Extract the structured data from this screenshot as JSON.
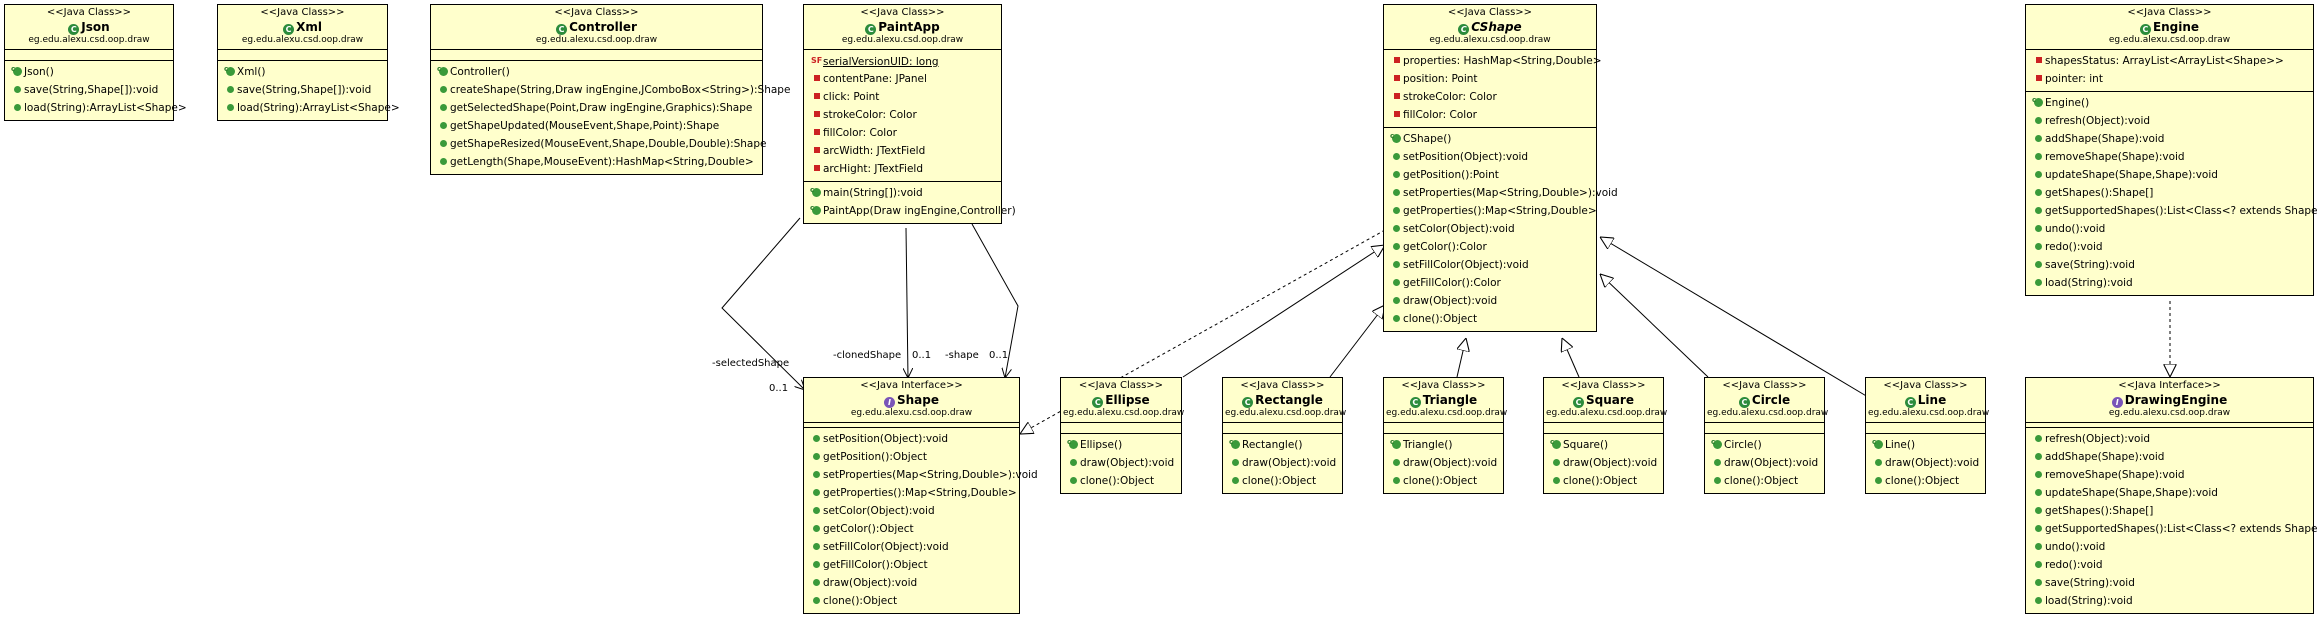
{
  "classes": [
    {
      "id": "Json",
      "stereo": "<<Java Class>>",
      "name": "Json",
      "kind": "c",
      "pkg": "eg.edu.alexu.csd.oop.draw",
      "fields": [],
      "methods": [
        {
          "v": "ctor",
          "t": "Json()"
        },
        {
          "v": "pub",
          "t": "save(String,Shape[]):void"
        },
        {
          "v": "pub",
          "t": "load(String):ArrayList<Shape>"
        }
      ]
    },
    {
      "id": "Xml",
      "stereo": "<<Java Class>>",
      "name": "Xml",
      "kind": "c",
      "pkg": "eg.edu.alexu.csd.oop.draw",
      "fields": [],
      "methods": [
        {
          "v": "ctor",
          "t": "Xml()"
        },
        {
          "v": "pub",
          "t": "save(String,Shape[]):void"
        },
        {
          "v": "pub",
          "t": "load(String):ArrayList<Shape>"
        }
      ]
    },
    {
      "id": "Controller",
      "stereo": "<<Java Class>>",
      "name": "Controller",
      "kind": "c",
      "pkg": "eg.edu.alexu.csd.oop.draw",
      "fields": [],
      "methods": [
        {
          "v": "ctor",
          "t": "Controller()"
        },
        {
          "v": "pub",
          "t": "createShape(String,Draw ingEngine,JComboBox<String>):Shape"
        },
        {
          "v": "pub",
          "t": "getSelectedShape(Point,Draw ingEngine,Graphics):Shape"
        },
        {
          "v": "pub",
          "t": "getShapeUpdated(MouseEvent,Shape,Point):Shape"
        },
        {
          "v": "pub",
          "t": "getShapeResized(MouseEvent,Shape,Double,Double):Shape"
        },
        {
          "v": "pub",
          "t": "getLength(Shape,MouseEvent):HashMap<String,Double>"
        }
      ]
    },
    {
      "id": "PaintApp",
      "stereo": "<<Java Class>>",
      "name": "PaintApp",
      "kind": "c",
      "pkg": "eg.edu.alexu.csd.oop.draw",
      "fields": [
        {
          "v": "static",
          "t": "serialVersionUID: long"
        },
        {
          "v": "priv",
          "t": "contentPane: JPanel"
        },
        {
          "v": "priv",
          "t": "click: Point"
        },
        {
          "v": "priv",
          "t": "strokeColor: Color"
        },
        {
          "v": "priv",
          "t": "fillColor: Color"
        },
        {
          "v": "priv",
          "t": "arcWidth: JTextField"
        },
        {
          "v": "priv",
          "t": "arcHight: JTextField"
        }
      ],
      "methods": [
        {
          "v": "sctor",
          "t": "main(String[]):void"
        },
        {
          "v": "ctor",
          "t": "PaintApp(Draw ingEngine,Controller)"
        }
      ]
    },
    {
      "id": "CShape",
      "stereo": "<<Java Class>>",
      "name": "CShape",
      "kind": "a",
      "pkg": "eg.edu.alexu.csd.oop.draw",
      "fields": [
        {
          "v": "priv",
          "t": "properties: HashMap<String,Double>"
        },
        {
          "v": "priv",
          "t": "position: Point"
        },
        {
          "v": "priv",
          "t": "strokeColor: Color"
        },
        {
          "v": "priv",
          "t": "fillColor: Color"
        }
      ],
      "methods": [
        {
          "v": "ctor",
          "t": "CShape()"
        },
        {
          "v": "pub",
          "t": "setPosition(Object):void"
        },
        {
          "v": "pub",
          "t": "getPosition():Point"
        },
        {
          "v": "pub",
          "t": "setProperties(Map<String,Double>):void"
        },
        {
          "v": "pub",
          "t": "getProperties():Map<String,Double>"
        },
        {
          "v": "pub",
          "t": "setColor(Object):void"
        },
        {
          "v": "pub",
          "t": "getColor():Color"
        },
        {
          "v": "pub",
          "t": "setFillColor(Object):void"
        },
        {
          "v": "pub",
          "t": "getFillColor():Color"
        },
        {
          "v": "pub",
          "t": "draw(Object):void"
        },
        {
          "v": "pub",
          "t": "clone():Object"
        }
      ]
    },
    {
      "id": "Engine",
      "stereo": "<<Java Class>>",
      "name": "Engine",
      "kind": "c",
      "pkg": "eg.edu.alexu.csd.oop.draw",
      "fields": [
        {
          "v": "priv",
          "t": "shapesStatus: ArrayList<ArrayList<Shape>>"
        },
        {
          "v": "priv",
          "t": "pointer: int"
        }
      ],
      "methods": [
        {
          "v": "ctor",
          "t": "Engine()"
        },
        {
          "v": "pub",
          "t": "refresh(Object):void"
        },
        {
          "v": "pub",
          "t": "addShape(Shape):void"
        },
        {
          "v": "pub",
          "t": "removeShape(Shape):void"
        },
        {
          "v": "pub",
          "t": "updateShape(Shape,Shape):void"
        },
        {
          "v": "pub",
          "t": "getShapes():Shape[]"
        },
        {
          "v": "pub",
          "t": "getSupportedShapes():List<Class<? extends Shape>>"
        },
        {
          "v": "pub",
          "t": "undo():void"
        },
        {
          "v": "pub",
          "t": "redo():void"
        },
        {
          "v": "pub",
          "t": "save(String):void"
        },
        {
          "v": "pub",
          "t": "load(String):void"
        }
      ]
    },
    {
      "id": "Shape",
      "stereo": "<<Java Interface>>",
      "name": "Shape",
      "kind": "i",
      "pkg": "eg.edu.alexu.csd.oop.draw",
      "fields": null,
      "methods": [
        {
          "v": "pub",
          "t": "setPosition(Object):void"
        },
        {
          "v": "pub",
          "t": "getPosition():Object"
        },
        {
          "v": "pub",
          "t": "setProperties(Map<String,Double>):void"
        },
        {
          "v": "pub",
          "t": "getProperties():Map<String,Double>"
        },
        {
          "v": "pub",
          "t": "setColor(Object):void"
        },
        {
          "v": "pub",
          "t": "getColor():Object"
        },
        {
          "v": "pub",
          "t": "setFillColor(Object):void"
        },
        {
          "v": "pub",
          "t": "getFillColor():Object"
        },
        {
          "v": "pub",
          "t": "draw(Object):void"
        },
        {
          "v": "pub",
          "t": "clone():Object"
        }
      ]
    },
    {
      "id": "Ellipse",
      "stereo": "<<Java Class>>",
      "name": "Ellipse",
      "kind": "c",
      "pkg": "eg.edu.alexu.csd.oop.draw",
      "fields": [],
      "methods": [
        {
          "v": "ctor",
          "t": "Ellipse()"
        },
        {
          "v": "pub",
          "t": "draw(Object):void"
        },
        {
          "v": "pub",
          "t": "clone():Object"
        }
      ]
    },
    {
      "id": "Rectangle",
      "stereo": "<<Java Class>>",
      "name": "Rectangle",
      "kind": "c",
      "pkg": "eg.edu.alexu.csd.oop.draw",
      "fields": [],
      "methods": [
        {
          "v": "ctor",
          "t": "Rectangle()"
        },
        {
          "v": "pub",
          "t": "draw(Object):void"
        },
        {
          "v": "pub",
          "t": "clone():Object"
        }
      ]
    },
    {
      "id": "Triangle",
      "stereo": "<<Java Class>>",
      "name": "Triangle",
      "kind": "c",
      "pkg": "eg.edu.alexu.csd.oop.draw",
      "fields": [],
      "methods": [
        {
          "v": "ctor",
          "t": "Triangle()"
        },
        {
          "v": "pub",
          "t": "draw(Object):void"
        },
        {
          "v": "pub",
          "t": "clone():Object"
        }
      ]
    },
    {
      "id": "Square",
      "stereo": "<<Java Class>>",
      "name": "Square",
      "kind": "c",
      "pkg": "eg.edu.alexu.csd.oop.draw",
      "fields": [],
      "methods": [
        {
          "v": "ctor",
          "t": "Square()"
        },
        {
          "v": "pub",
          "t": "draw(Object):void"
        },
        {
          "v": "pub",
          "t": "clone():Object"
        }
      ]
    },
    {
      "id": "Circle",
      "stereo": "<<Java Class>>",
      "name": "Circle",
      "kind": "c",
      "pkg": "eg.edu.alexu.csd.oop.draw",
      "fields": [],
      "methods": [
        {
          "v": "ctor",
          "t": "Circle()"
        },
        {
          "v": "pub",
          "t": "draw(Object):void"
        },
        {
          "v": "pub",
          "t": "clone():Object"
        }
      ]
    },
    {
      "id": "Line",
      "stereo": "<<Java Class>>",
      "name": "Line",
      "kind": "c",
      "pkg": "eg.edu.alexu.csd.oop.draw",
      "fields": [],
      "methods": [
        {
          "v": "ctor",
          "t": "Line()"
        },
        {
          "v": "pub",
          "t": "draw(Object):void"
        },
        {
          "v": "pub",
          "t": "clone():Object"
        }
      ]
    },
    {
      "id": "DrawingEngine",
      "stereo": "<<Java Interface>>",
      "name": "DrawingEngine",
      "kind": "i",
      "pkg": "eg.edu.alexu.csd.oop.draw",
      "fields": null,
      "methods": [
        {
          "v": "pub",
          "t": "refresh(Object):void"
        },
        {
          "v": "pub",
          "t": "addShape(Shape):void"
        },
        {
          "v": "pub",
          "t": "removeShape(Shape):void"
        },
        {
          "v": "pub",
          "t": "updateShape(Shape,Shape):void"
        },
        {
          "v": "pub",
          "t": "getShapes():Shape[]"
        },
        {
          "v": "pub",
          "t": "getSupportedShapes():List<Class<? extends Shape>>"
        },
        {
          "v": "pub",
          "t": "undo():void"
        },
        {
          "v": "pub",
          "t": "redo():void"
        },
        {
          "v": "pub",
          "t": "save(String):void"
        },
        {
          "v": "pub",
          "t": "load(String):void"
        }
      ]
    }
  ],
  "association_labels": {
    "selectedShape": "-selectedShape",
    "selectedShape_mult": "0..1",
    "clonedShape": "-clonedShape",
    "clonedShape_mult": "0..1",
    "shape": "-shape",
    "shape_mult": "0..1"
  }
}
